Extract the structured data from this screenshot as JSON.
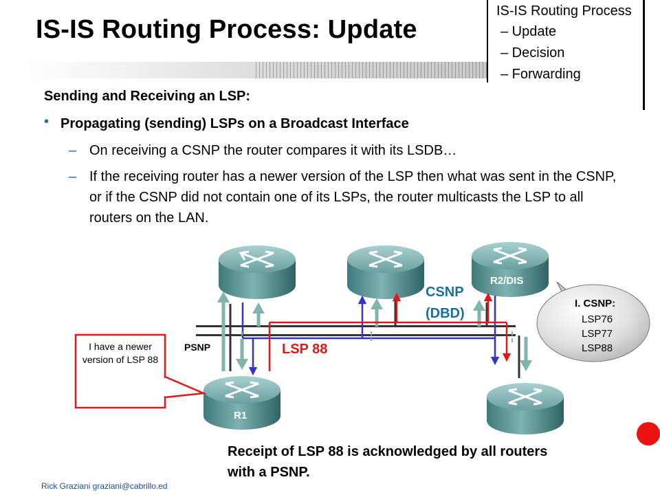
{
  "slide": {
    "title": "IS-IS Routing Process: Update",
    "process_box": {
      "title": "IS-IS Routing Process",
      "items": [
        "– Update",
        "– Decision",
        "– Forwarding"
      ]
    },
    "section_heading": "Sending and Receiving an LSP:",
    "bullet": "Propagating (sending) LSPs on a Broadcast Interface",
    "sub_items": [
      {
        "dash": "–",
        "text": "On receiving a CSNP the router compares it with its LSDB…"
      },
      {
        "dash": "–",
        "text": "If the receiving router has a newer version of the LSP then what was sent in the CSNP, or if the CSNP did not contain one of its LSPs, the router multicasts the LSP to all routers on the LAN."
      }
    ],
    "diagram": {
      "router_labels": {
        "r1": "R1",
        "r2": "R2/DIS"
      },
      "psnp_label": "PSNP",
      "lsp_label": "LSP 88",
      "csnp_label_lines": [
        "CSNP",
        "(DBD)"
      ],
      "csnp_bubble_lines": [
        "I. CSNP:",
        "LSP76",
        "LSP77",
        "LSP88"
      ],
      "callout_text": "I have a newer version of LSP 88"
    },
    "caption": "Receipt of LSP 88 is acknowledged by all routers with a PSNP.",
    "footer": "Rick Graziani  graziani@cabrillo.ed",
    "colors": {
      "accent_blue": "#1a6ea0",
      "lsp_red": "#e01818",
      "csnp_blue": "#3333cc",
      "psnp_teal": "#7fb5ad"
    }
  }
}
